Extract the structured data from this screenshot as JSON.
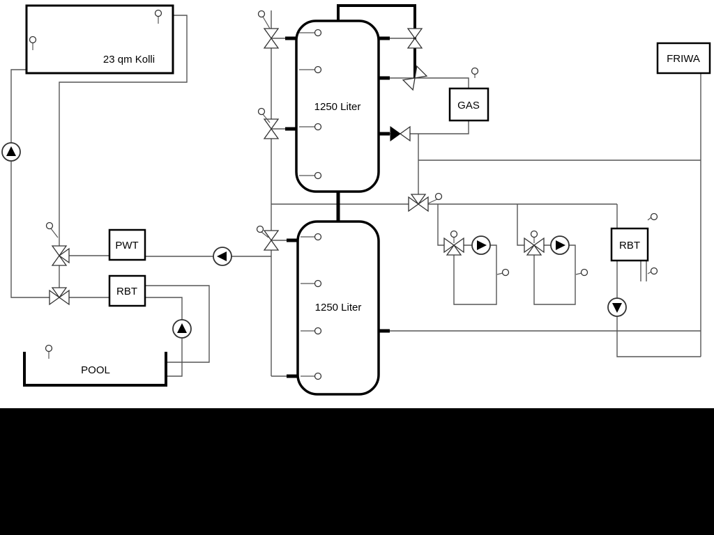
{
  "page": {
    "background": "#ffffff",
    "letterbox_color": "#000000"
  },
  "diagram": {
    "type": "hydraulic-schematic",
    "labels": {
      "collector": "23 qm Kolli",
      "tank_top": "1250 Liter",
      "tank_bottom": "1250 Liter",
      "gas": "GAS",
      "friwa": "FRIWA",
      "pwt": "PWT",
      "rbt_left": "RBT",
      "rbt_right": "RBT",
      "pool": "POOL"
    },
    "colors": {
      "pipe": "#555555",
      "outline": "#000000"
    }
  }
}
